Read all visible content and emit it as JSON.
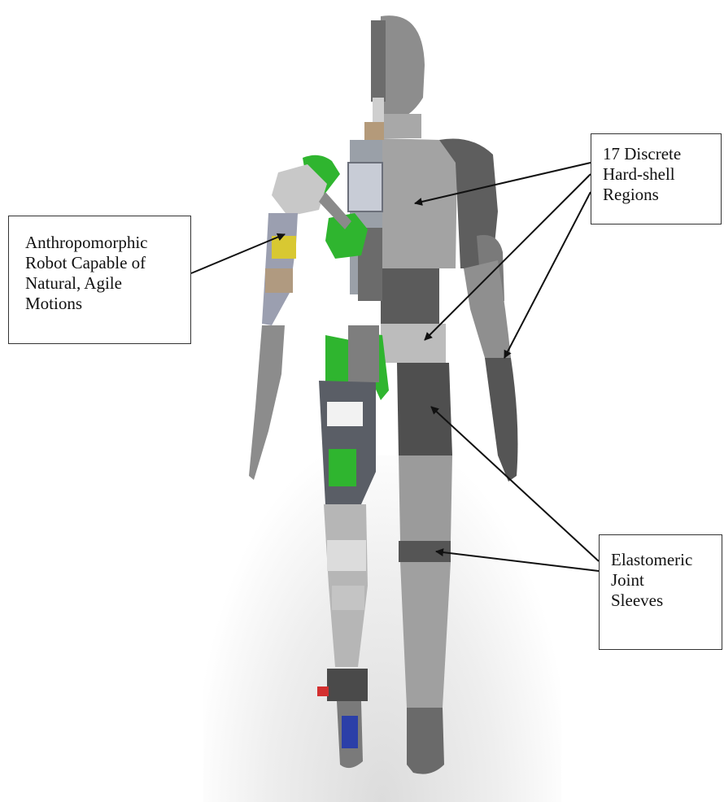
{
  "callouts": {
    "anthropomorphic": {
      "lines": [
        "Anthropomorphic",
        "Robot Capable of",
        "Natural, Agile",
        "Motions"
      ]
    },
    "hard_shell": {
      "lines": [
        "17 Discrete",
        "Hard-shell",
        "Regions"
      ]
    },
    "joint_sleeves": {
      "lines": [
        "Elastomeric",
        "Joint",
        "Sleeves"
      ]
    }
  },
  "colors": {
    "shell_light": "#a9a9a9",
    "shell_mid": "#8c8c8c",
    "shell_dark": "#5a5a5a",
    "mechanism_green": "#2fb52f",
    "actuator_yellow": "#d8c832",
    "foot_blue": "#2b3fa8",
    "arrow": "#111111"
  }
}
